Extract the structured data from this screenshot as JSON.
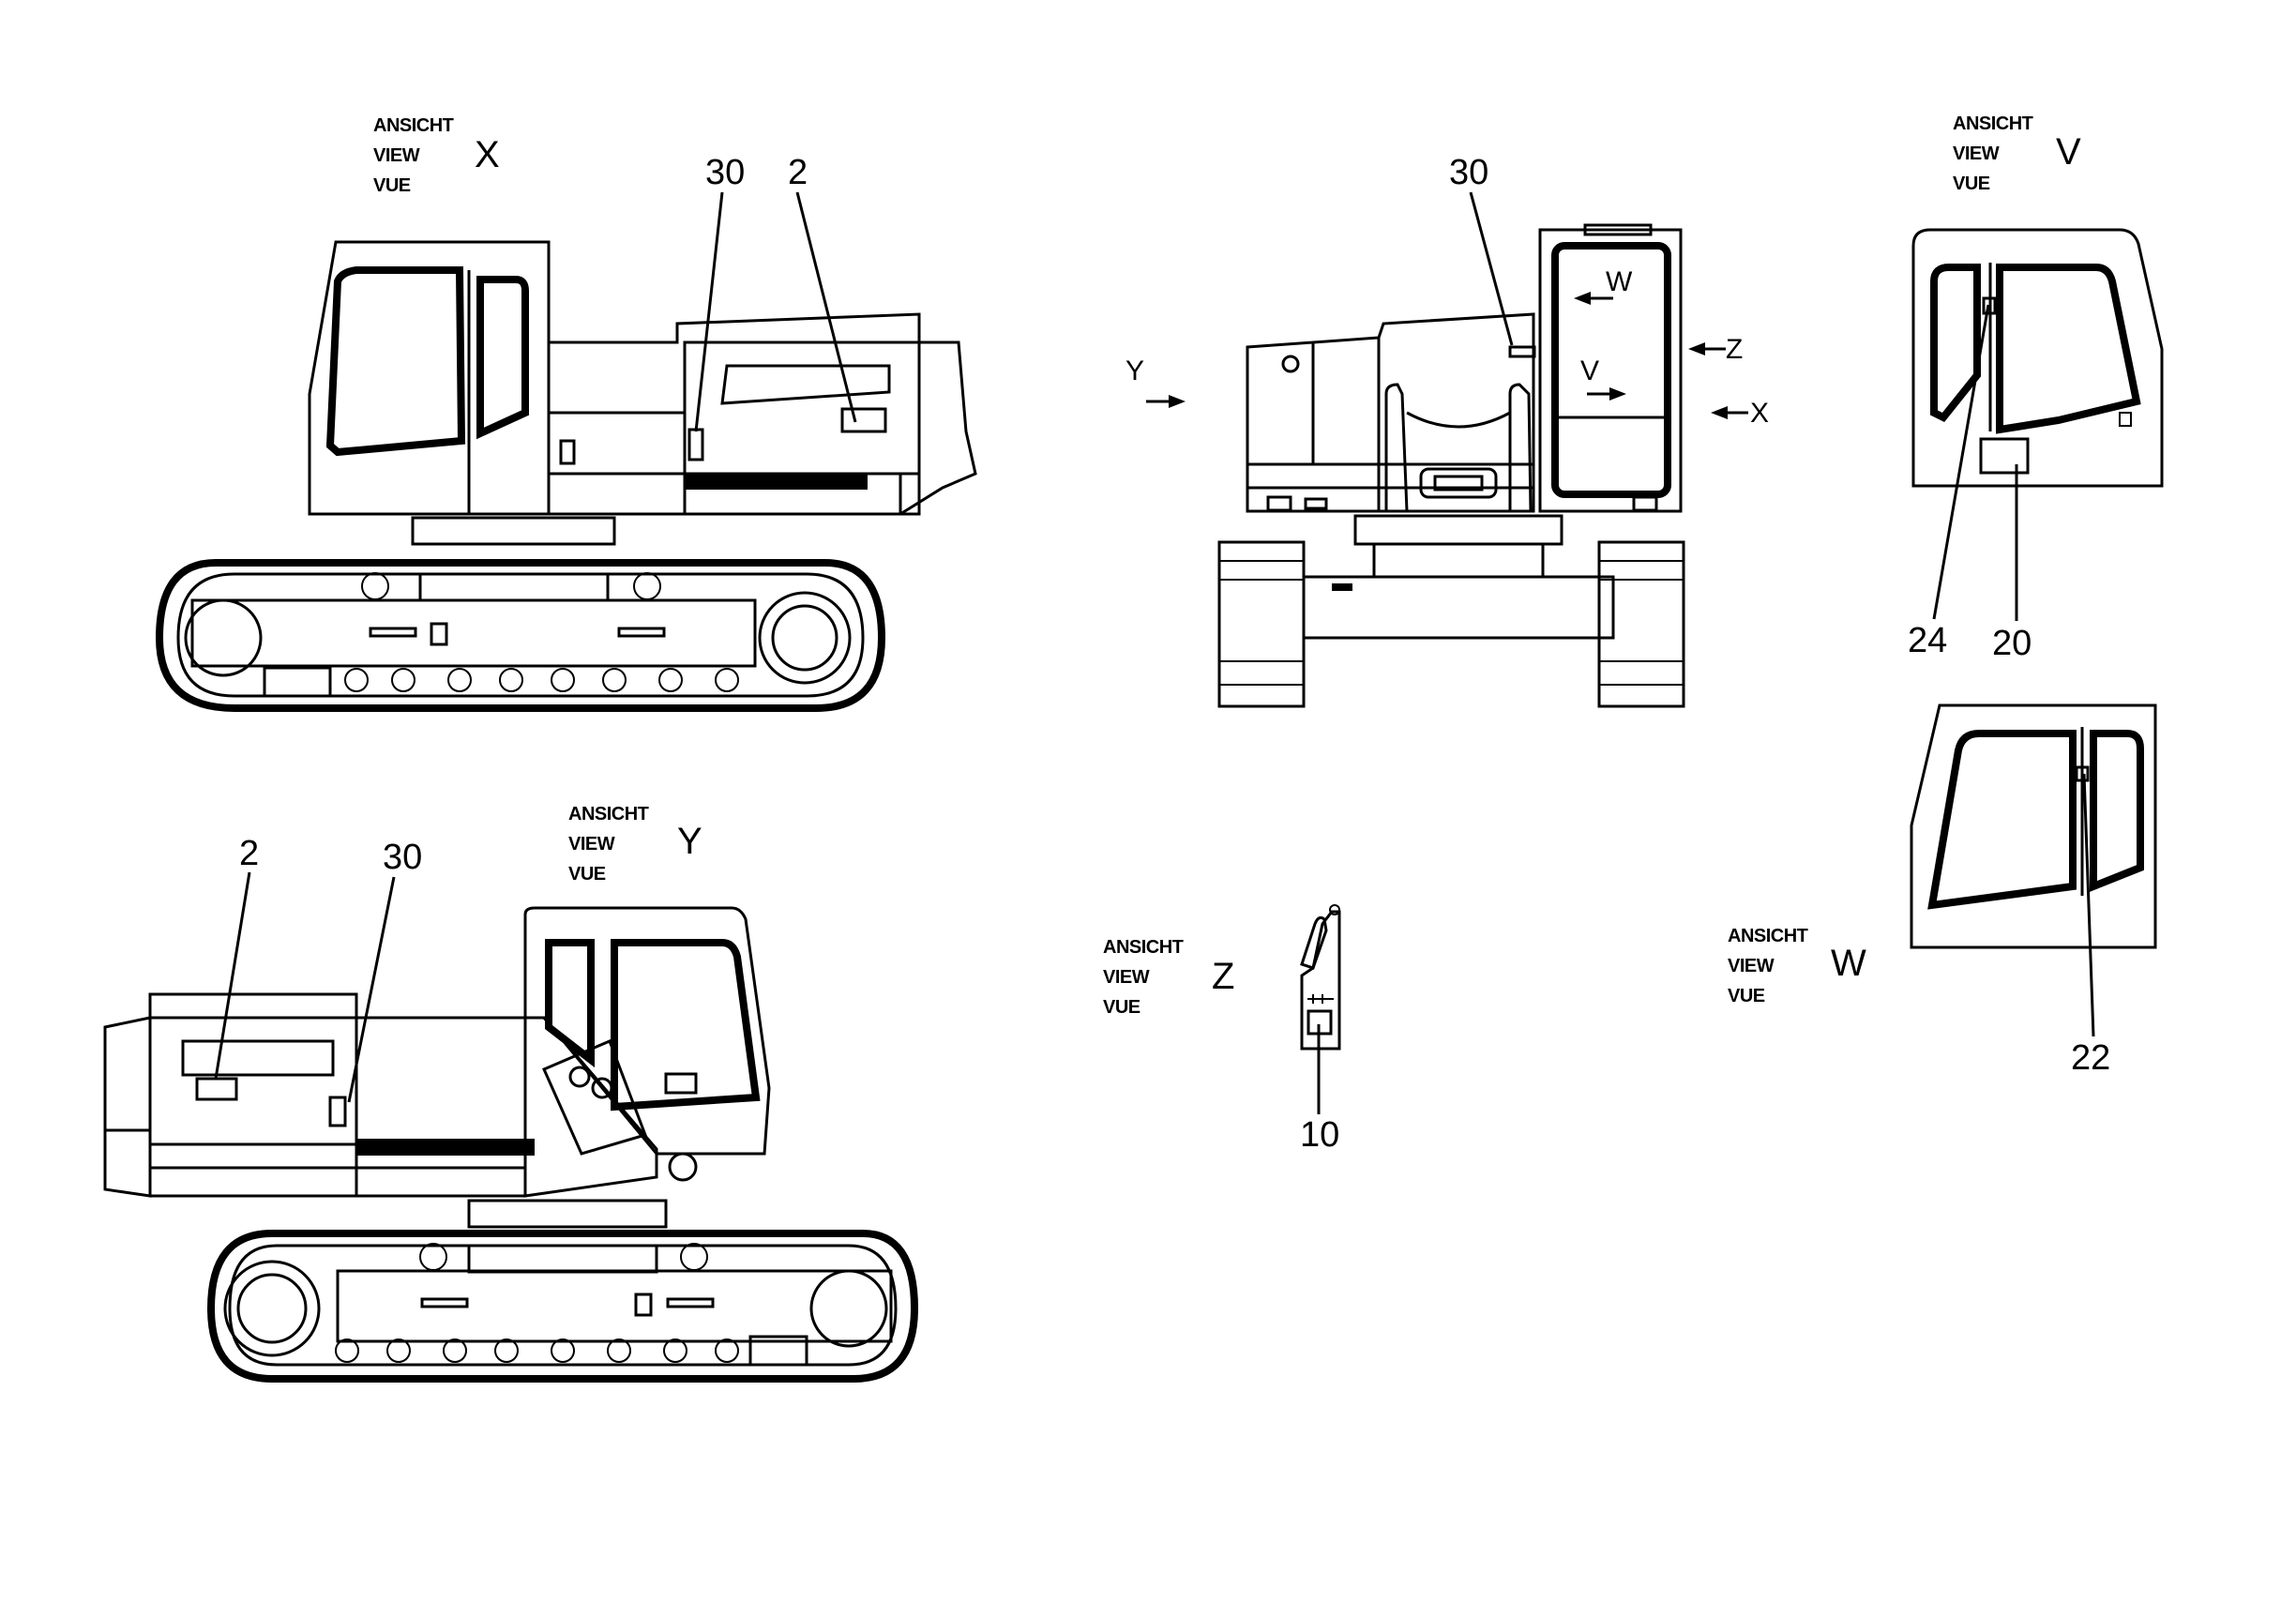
{
  "views": {
    "x": {
      "line1": "ANSICHT",
      "line2": "VIEW",
      "line3": "VUE",
      "letter": "X"
    },
    "y": {
      "line1": "ANSICHT",
      "line2": "VIEW",
      "line3": "VUE",
      "letter": "Y"
    },
    "v": {
      "line1": "ANSICHT",
      "line2": "VIEW",
      "line3": "VUE",
      "letter": "V"
    },
    "z": {
      "line1": "ANSICHT",
      "line2": "VIEW",
      "line3": "VUE",
      "letter": "Z"
    },
    "w": {
      "line1": "ANSICHT",
      "line2": "VIEW",
      "line3": "VUE",
      "letter": "W"
    }
  },
  "callouts": {
    "x_30": "30",
    "x_2": "2",
    "y_2": "2",
    "y_30": "30",
    "front_30": "30",
    "v_24": "24",
    "v_20": "20",
    "w_22": "22",
    "z_10": "10"
  },
  "direction_arrows": {
    "y": "Y",
    "w": "W",
    "v": "V",
    "z": "Z",
    "x": "X"
  }
}
